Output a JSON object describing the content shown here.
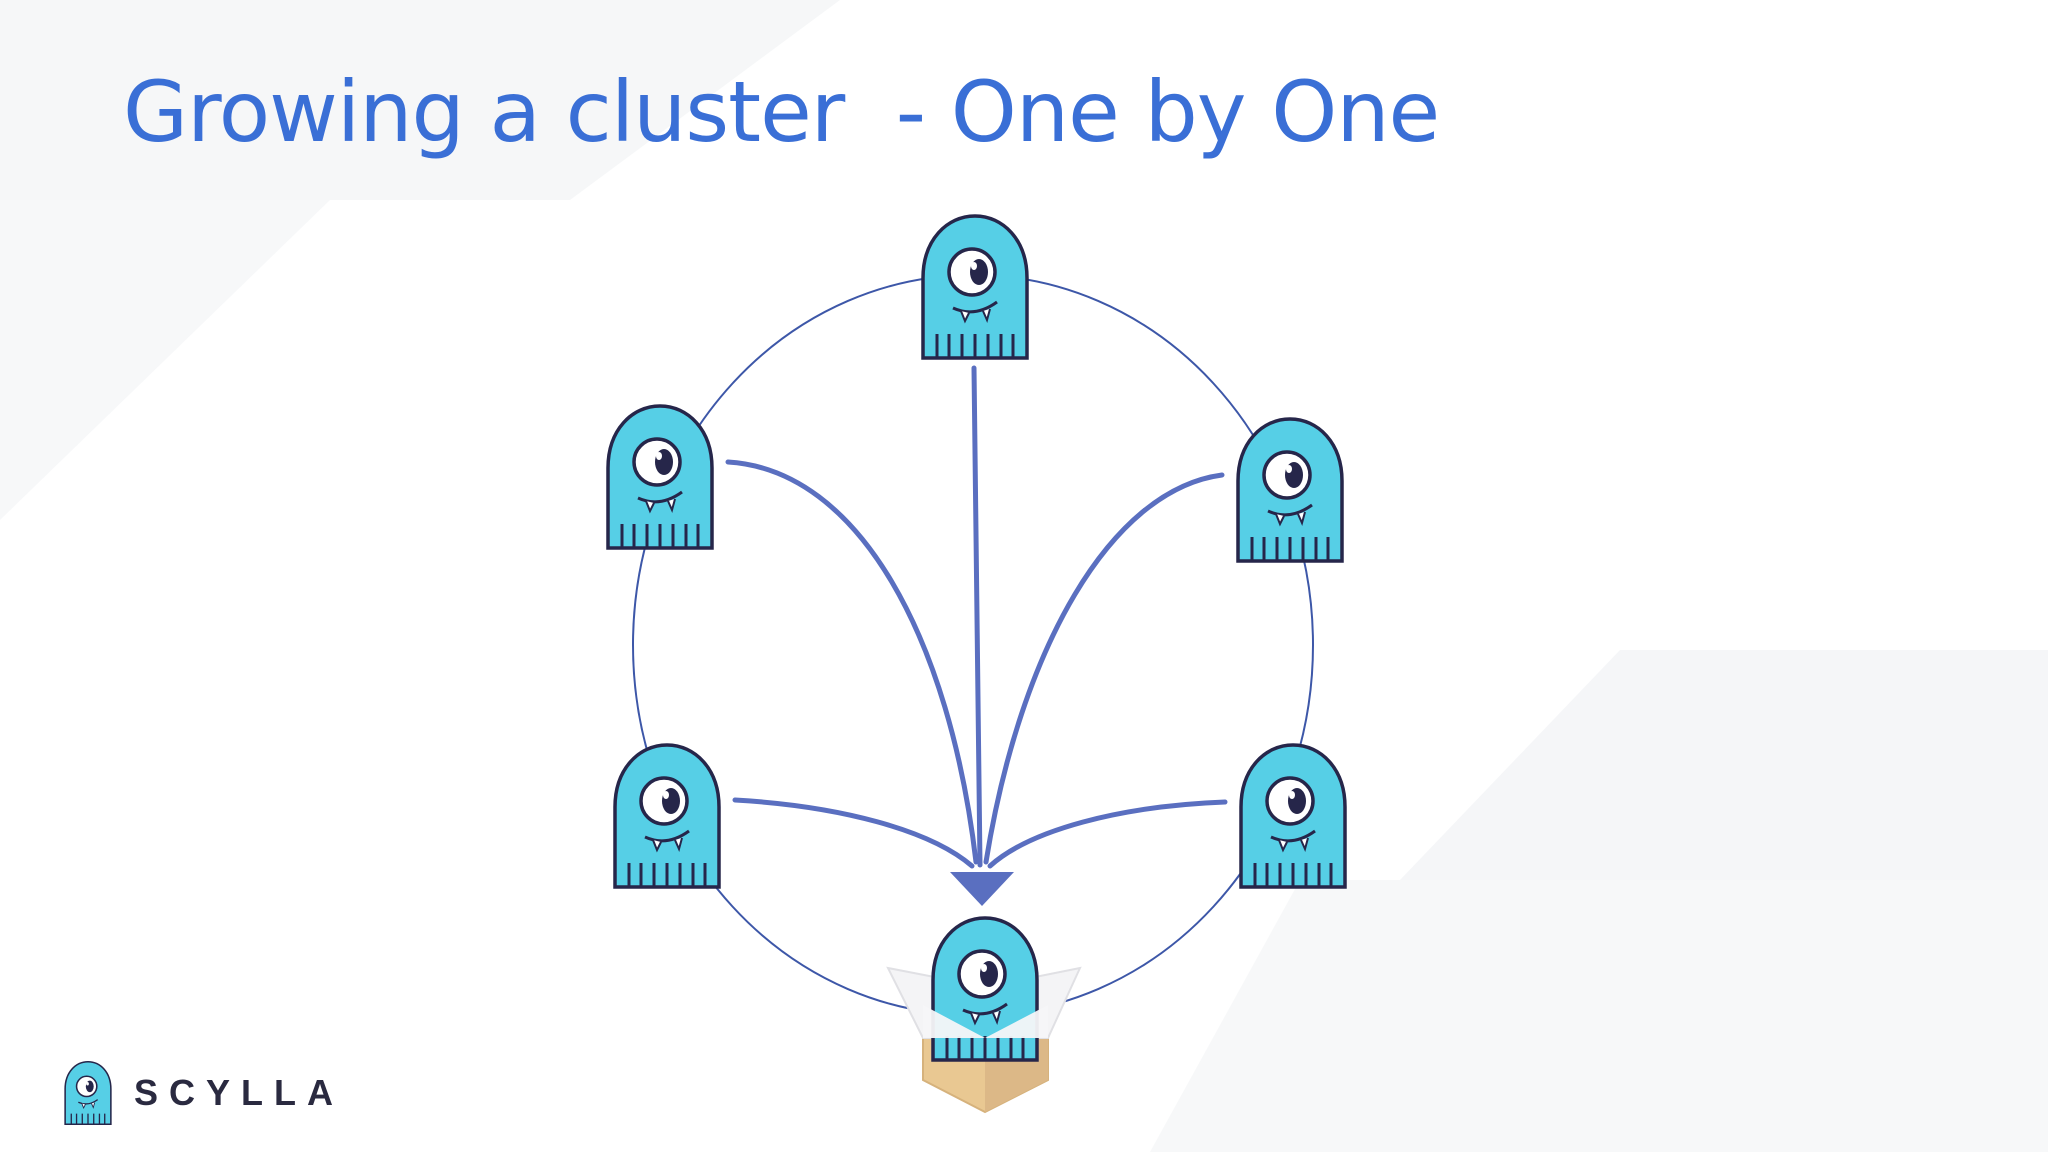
{
  "slide": {
    "title": "Growing a cluster  - One by One"
  },
  "diagram": {
    "ring_nodes": [
      "node-top",
      "node-upper-left",
      "node-upper-right",
      "node-lower-left",
      "node-lower-right"
    ],
    "new_node": "node-new-in-box",
    "node_icon": "scylla-monster-icon",
    "box_icon": "open-box-icon",
    "colors": {
      "ring": "#3d57a8",
      "arrow": "#5a6fc0",
      "monster_fill": "#56cfe6",
      "monster_outline": "#26264a",
      "box": "#e8c690",
      "title": "#3a6fd6"
    }
  },
  "brand": {
    "name": "SCYLLA",
    "logo_icon": "scylla-logo-icon"
  }
}
